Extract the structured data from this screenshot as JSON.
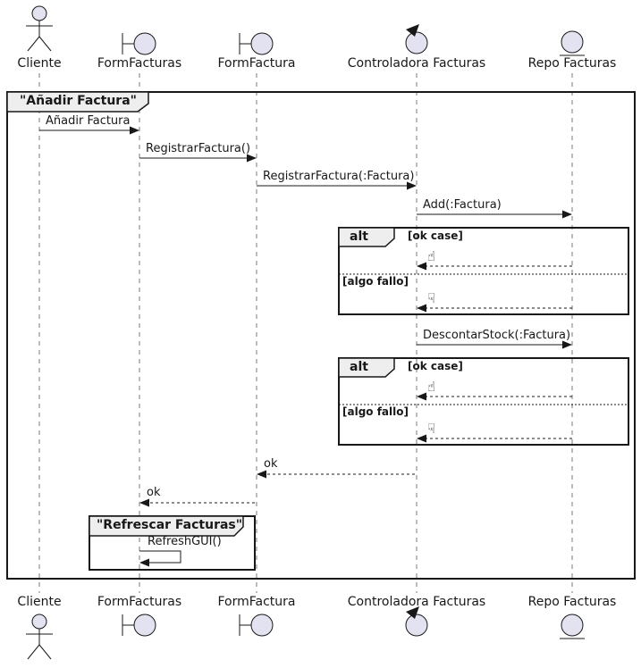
{
  "colors": {
    "stroke": "#181818",
    "icon_fill": "#E2E2F0",
    "tab_fill": "#EEEEEE",
    "background": "#FFFFFF",
    "lifeline": "#7A7A7A"
  },
  "diagram": {
    "type": "uml-sequence",
    "frame": {
      "title": "\"Añadir Factura\""
    },
    "participants": [
      {
        "name": "Cliente",
        "kind": "actor"
      },
      {
        "name": "FormFacturas",
        "kind": "boundary"
      },
      {
        "name": "FormFactura",
        "kind": "boundary"
      },
      {
        "name": "Controladora Facturas",
        "kind": "control"
      },
      {
        "name": "Repo Facturas",
        "kind": "entity"
      }
    ],
    "messages": [
      {
        "label": "Añadir Factura",
        "from": "Cliente",
        "to": "FormFacturas",
        "type": "sync"
      },
      {
        "label": "RegistrarFactura()",
        "from": "FormFacturas",
        "to": "FormFactura",
        "type": "sync"
      },
      {
        "label": "RegistrarFactura(:Factura)",
        "from": "FormFactura",
        "to": "Controladora Facturas",
        "type": "sync"
      },
      {
        "label": "Add(:Factura)",
        "from": "Controladora Facturas",
        "to": "Repo Facturas",
        "type": "sync"
      },
      {
        "label": "DescontarStock(:Factura)",
        "from": "Controladora Facturas",
        "to": "Repo Facturas",
        "type": "sync"
      },
      {
        "label": "ok",
        "from": "Controladora Facturas",
        "to": "FormFactura",
        "type": "return"
      },
      {
        "label": "ok",
        "from": "FormFactura",
        "to": "FormFacturas",
        "type": "return"
      },
      {
        "label": "RefreshGUI()",
        "from": "FormFacturas",
        "to": "FormFacturas",
        "type": "self"
      }
    ],
    "fragments": [
      {
        "operator": "alt",
        "cases": [
          {
            "guard": "[ok case]",
            "reply_icon": "thumbs-up",
            "glyph": "☝",
            "from": "Repo Facturas",
            "to": "Controladora Facturas"
          },
          {
            "guard": "[algo fallo]",
            "reply_icon": "thumbs-down",
            "glyph": "☟",
            "from": "Repo Facturas",
            "to": "Controladora Facturas"
          }
        ]
      },
      {
        "operator": "alt",
        "cases": [
          {
            "guard": "[ok case]",
            "reply_icon": "thumbs-up",
            "glyph": "☝",
            "from": "Repo Facturas",
            "to": "Controladora Facturas"
          },
          {
            "guard": "[algo fallo]",
            "reply_icon": "thumbs-down",
            "glyph": "☟",
            "from": "Repo Facturas",
            "to": "Controladora Facturas"
          }
        ]
      }
    ],
    "group": {
      "title": "\"Refrescar Facturas\""
    }
  }
}
